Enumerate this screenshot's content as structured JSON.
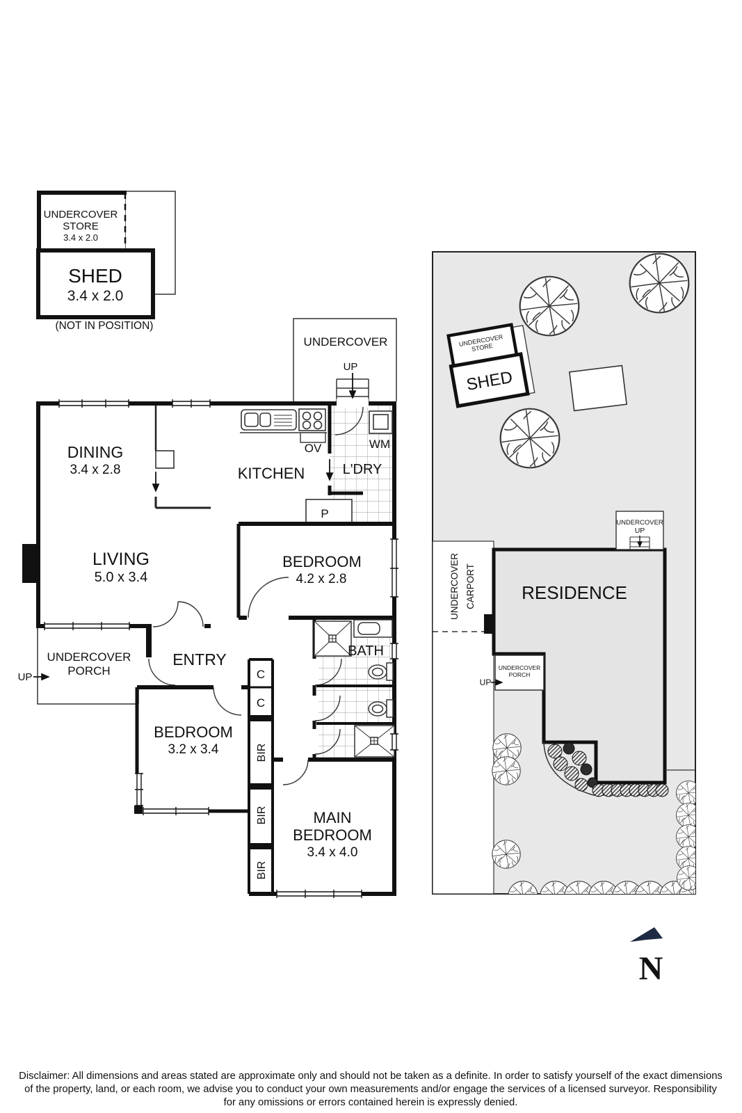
{
  "colors": {
    "wall": "#111111",
    "site_gray": "#e8e8e8",
    "residence_gray": "#e4e4e4",
    "navy": "#1f2a44"
  },
  "detached": {
    "store_line1": "UNDERCOVER",
    "store_line2": "STORE",
    "store_dims": "3.4 x 2.0",
    "shed_label": "SHED",
    "shed_dims": "3.4 x 2.0",
    "caption": "(NOT IN POSITION)"
  },
  "floor": {
    "undercover": "UNDERCOVER",
    "up": "UP",
    "dining": "DINING",
    "dining_dims": "3.4 x 2.8",
    "kitchen": "KITCHEN",
    "ov": "OV",
    "wm": "WM",
    "ldry": "L'DRY",
    "p": "P",
    "living": "LIVING",
    "living_dims": "5.0 x 3.4",
    "bedroom1": "BEDROOM",
    "bedroom1_dims": "4.2 x 2.8",
    "porch_line1": "UNDERCOVER",
    "porch_line2": "PORCH",
    "porch_up": "UP",
    "entry": "ENTRY",
    "c": "C",
    "bath": "BATH",
    "bedroom2": "BEDROOM",
    "bedroom2_dims": "3.2 x 3.4",
    "bir": "BIR",
    "main_line1": "MAIN",
    "main_line2": "BEDROOM",
    "main_dims": "3.4 x 4.0"
  },
  "site": {
    "store_line1": "UNDERCOVER",
    "store_line2": "STORE",
    "shed_label": "SHED",
    "ucup_line1": "UNDERCOVER",
    "ucup_line2": "UP",
    "carport_line1": "UNDERCOVER",
    "carport_line2": "CARPORT",
    "residence": "RESIDENCE",
    "porch_line1": "UNDERCOVER",
    "porch_line2": "PORCH",
    "up": "UP"
  },
  "compass": {
    "n": "N"
  },
  "disclaimer": {
    "line1": "Disclaimer: All dimensions and areas stated are approximate only and should not be taken as a definite. In order to satisfy yourself of the exact dimensions",
    "line2": "of the property, land, or each room, we advise you to conduct your own measurements and/or engage the services of a licensed surveyor. Responsibility",
    "line3": "for any omissions or errors contained herein is expressly denied."
  }
}
